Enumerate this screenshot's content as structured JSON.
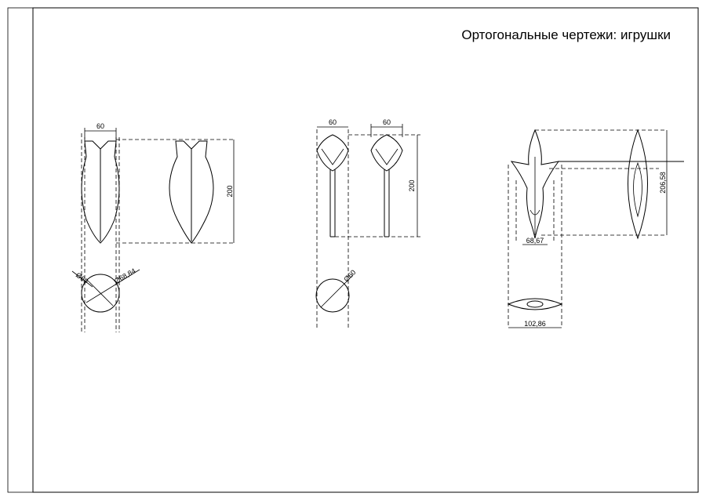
{
  "title": "Ортогональные чертежи: игрушки",
  "views": {
    "rocket": {
      "width_top": "60",
      "height_right": "200",
      "diam_inner": "Ø60",
      "diam_outer": "Ø68,84"
    },
    "arrow": {
      "width_left": "60",
      "width_right": "60",
      "height_right": "200",
      "diam": "Ø60"
    },
    "leaf": {
      "width_bottom": "68,67",
      "height_right": "206,58",
      "width_plan": "102,86"
    }
  }
}
